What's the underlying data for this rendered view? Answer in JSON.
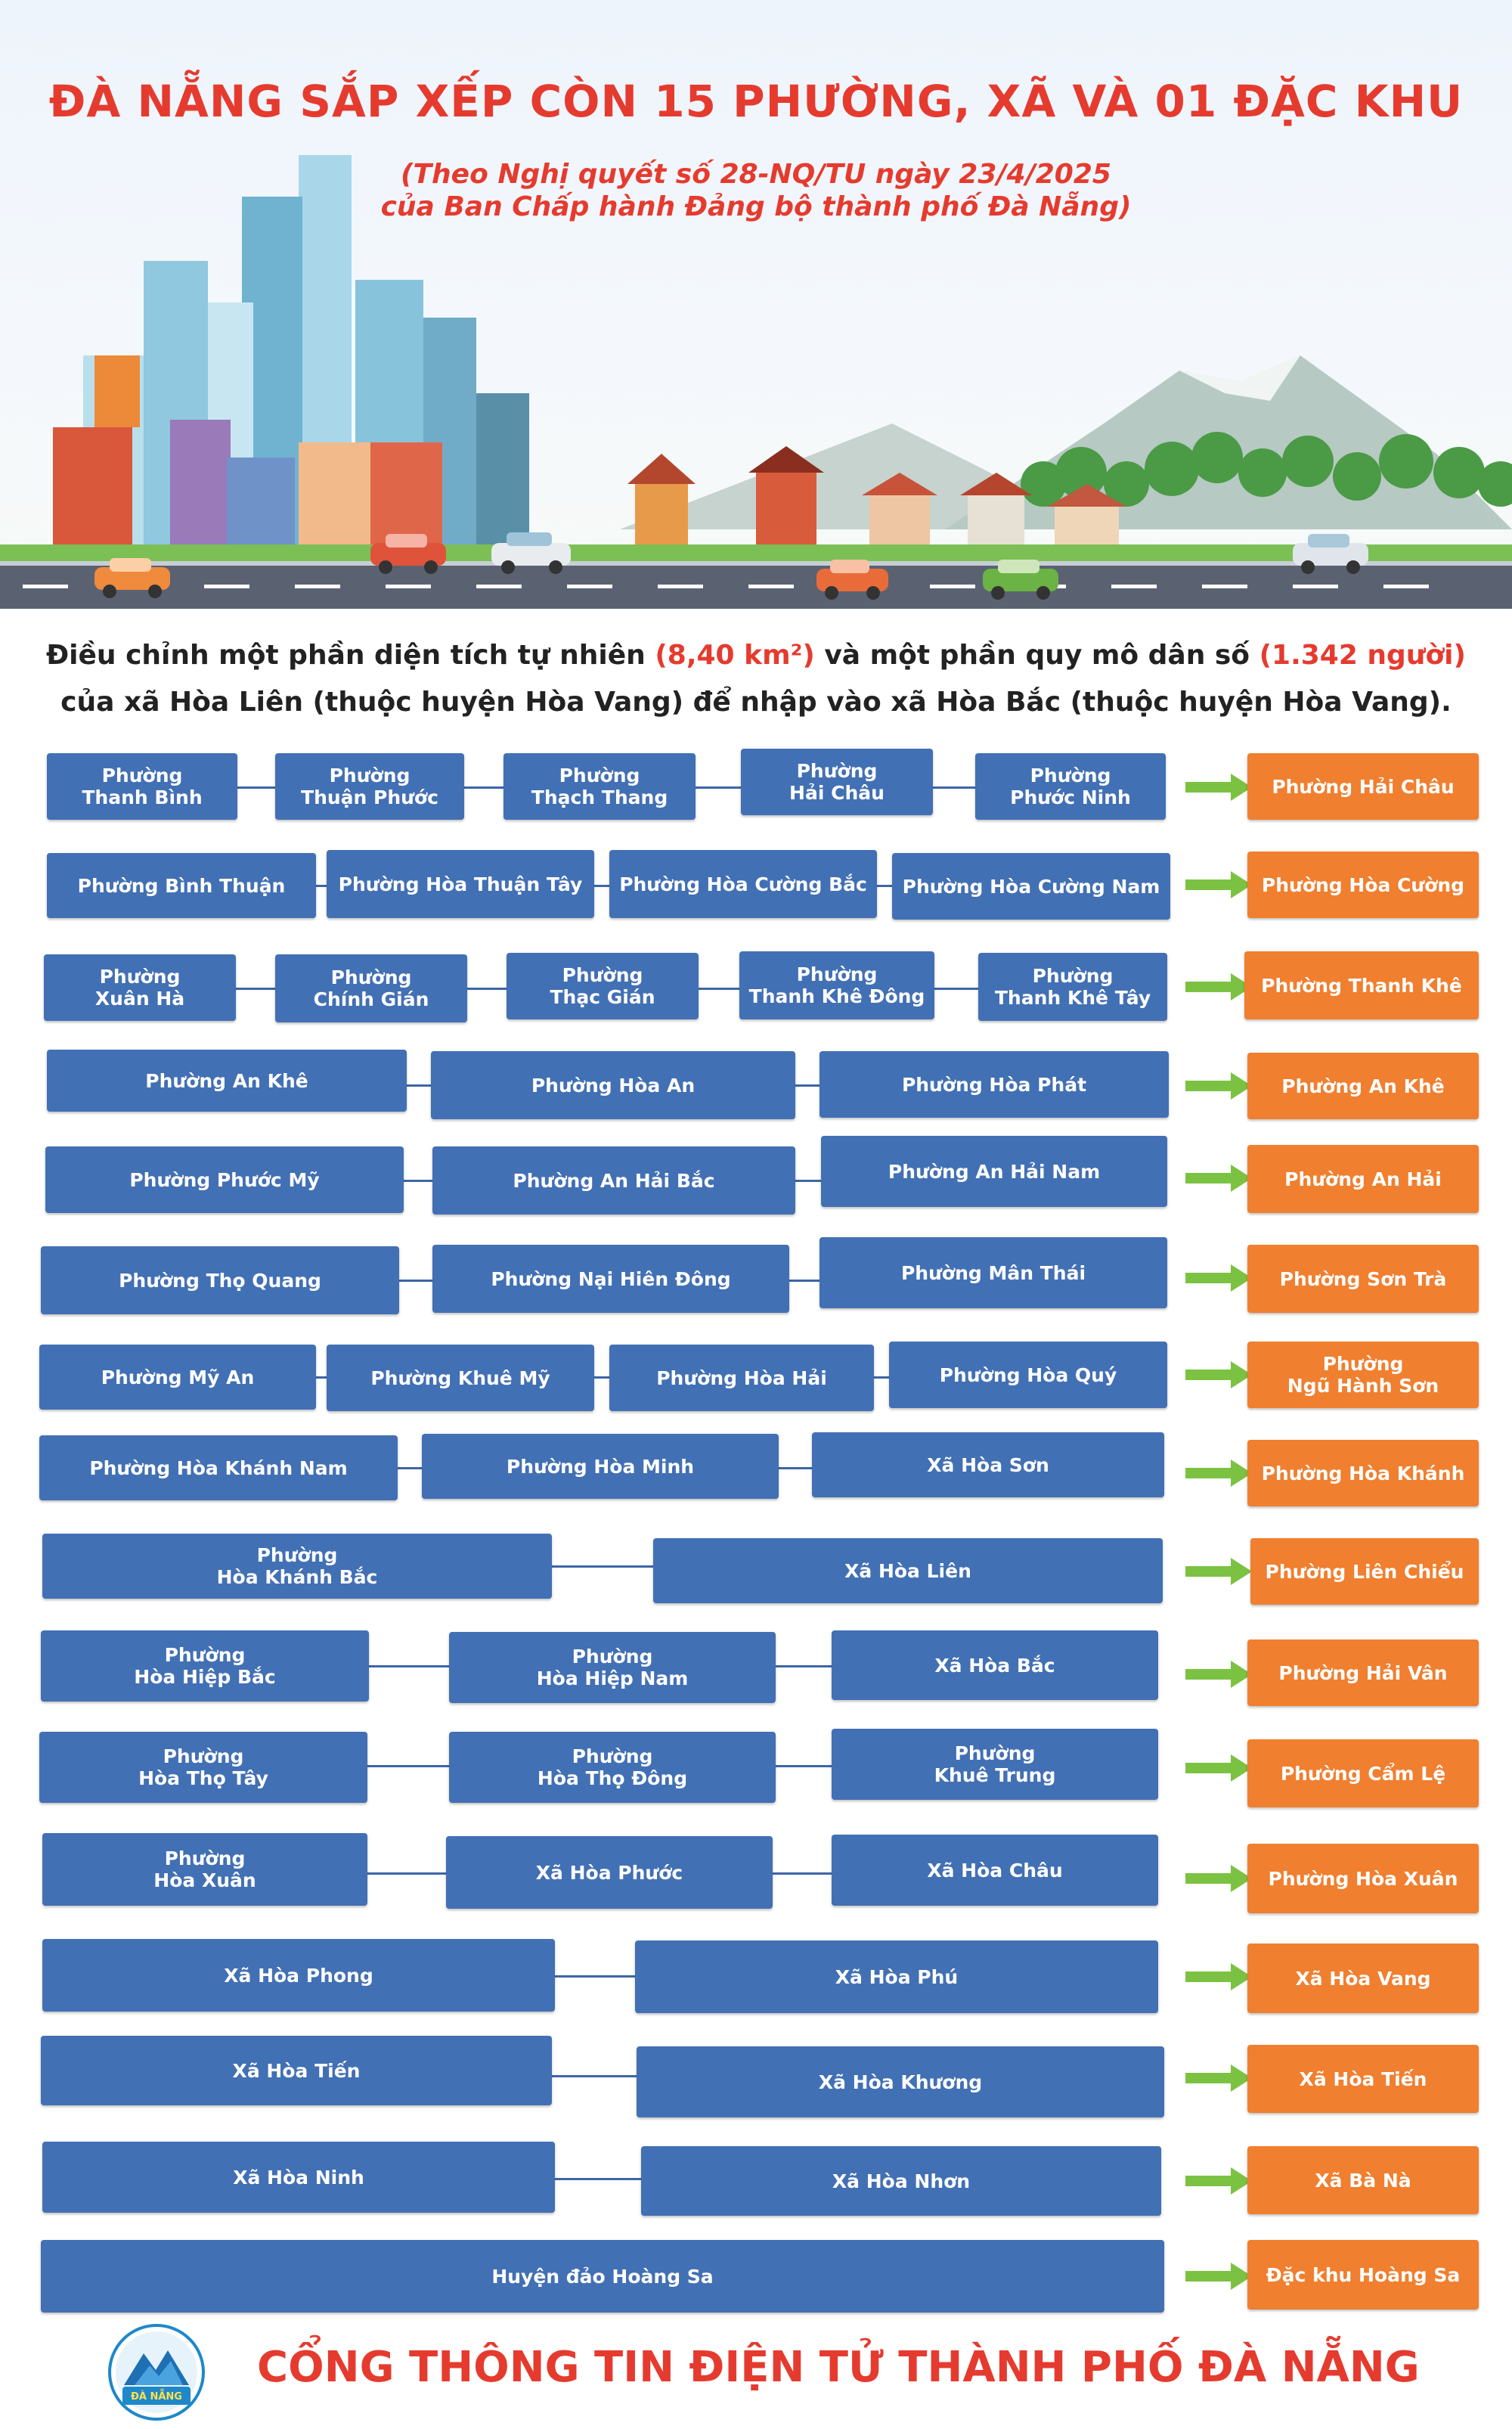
{
  "header": {
    "title": "ĐÀ NẴNG SẮP XẾP CÒN 15 PHƯỜNG, XÃ VÀ 01 ĐẶC KHU",
    "subtitle_line1": "(Theo Nghị quyết số 28-NQ/TU ngày 23/4/2025",
    "subtitle_line2": "của Ban Chấp hành Đảng bộ thành phố Đà Nẵng)"
  },
  "intro": {
    "line1_a": "Điều chỉnh một phần diện tích tự nhiên ",
    "line1_b": "(8,40 km²)",
    "line1_c": " và một phần quy mô dân số ",
    "line1_d": "(1.342 người)",
    "line2": "của xã Hòa Liên (thuộc huyện Hòa Vang) để nhập vào xã Hòa Bắc (thuộc huyện Hòa Vang)."
  },
  "colors": {
    "title_red": "#e53b2f",
    "source_blue": "#4270b4",
    "result_orange": "#f07f2f",
    "arrow_green": "#7cc242"
  },
  "mergers": [
    {
      "sources": [
        "Phường\nThanh Bình",
        "Phường\nThuận Phước",
        "Phường\nThạch Thang",
        "Phường\nHải Châu",
        "Phường\nPhước Ninh"
      ],
      "result": "Phường Hải Châu"
    },
    {
      "sources": [
        "Phường Bình Thuận",
        "Phường Hòa Thuận Tây",
        "Phường Hòa Cường Bắc",
        "Phường Hòa Cường Nam"
      ],
      "result": "Phường Hòa Cường"
    },
    {
      "sources": [
        "Phường\nXuân Hà",
        "Phường\nChính Gián",
        "Phường\nThạc Gián",
        "Phường\nThanh Khê Đông",
        "Phường\nThanh Khê Tây"
      ],
      "result": "Phường Thanh Khê"
    },
    {
      "sources": [
        "Phường An Khê",
        "Phường Hòa An",
        "Phường Hòa Phát"
      ],
      "result": "Phường An Khê"
    },
    {
      "sources": [
        "Phường Phước Mỹ",
        "Phường An Hải Bắc",
        "Phường An Hải Nam"
      ],
      "result": "Phường An Hải"
    },
    {
      "sources": [
        "Phường Thọ Quang",
        "Phường Nại Hiên Đông",
        "Phường Mân Thái"
      ],
      "result": "Phường Sơn Trà"
    },
    {
      "sources": [
        "Phường Mỹ An",
        "Phường Khuê Mỹ",
        "Phường Hòa Hải",
        "Phường Hòa Quý"
      ],
      "result": "Phường\nNgũ Hành Sơn"
    },
    {
      "sources": [
        "Phường Hòa Khánh Nam",
        "Phường Hòa Minh",
        "Xã Hòa Sơn"
      ],
      "result": "Phường Hòa Khánh"
    },
    {
      "sources": [
        "Phường\nHòa Khánh Bắc",
        "Xã Hòa Liên"
      ],
      "result": "Phường Liên Chiểu"
    },
    {
      "sources": [
        "Phường\nHòa Hiệp Bắc",
        "Phường\nHòa Hiệp Nam",
        "Xã Hòa Bắc"
      ],
      "result": "Phường Hải Vân"
    },
    {
      "sources": [
        "Phường\nHòa Thọ Tây",
        "Phường\nHòa Thọ Đông",
        "Phường\nKhuê Trung"
      ],
      "result": "Phường Cẩm Lệ"
    },
    {
      "sources": [
        "Phường\nHòa Xuân",
        "Xã Hòa Phước",
        "Xã Hòa Châu"
      ],
      "result": "Phường Hòa Xuân"
    },
    {
      "sources": [
        "Xã Hòa Phong",
        "Xã Hòa Phú"
      ],
      "result": "Xã Hòa Vang"
    },
    {
      "sources": [
        "Xã Hòa Tiến",
        "Xã Hòa Khương"
      ],
      "result": "Xã Hòa Tiến"
    },
    {
      "sources": [
        "Xã Hòa Ninh",
        "Xã Hòa Nhơn"
      ],
      "result": "Xã Bà Nà"
    },
    {
      "sources": [
        "Huyện đảo Hoàng Sa"
      ],
      "result": "Đặc khu Hoàng Sa"
    }
  ],
  "footer": {
    "logo_text": "ĐÀ NẴNG",
    "title": "CỔNG THÔNG TIN ĐIỆN TỬ THÀNH PHỐ ĐÀ NẴNG"
  }
}
